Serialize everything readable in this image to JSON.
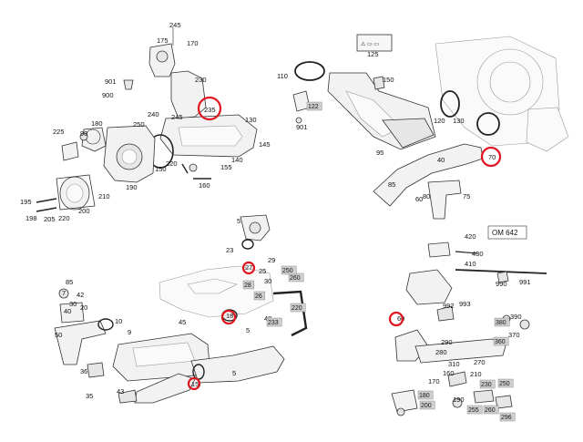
{
  "diagram": {
    "engine_box": "OM 642",
    "q1": [
      "245",
      "175",
      "170",
      "230",
      "901",
      "900",
      "235",
      "180",
      "240",
      "250",
      "245",
      "225",
      "90",
      "130",
      "145",
      "155",
      "140",
      "220",
      "150",
      "160",
      "195",
      "198",
      "205",
      "220",
      "200",
      "210",
      "190"
    ],
    "q2": [
      "125",
      "110",
      "122",
      "150",
      "901",
      "120",
      "130",
      "70",
      "95",
      "40",
      "85",
      "60",
      "80",
      "75"
    ],
    "q3": [
      "23",
      "5",
      "27",
      "29",
      "25",
      "30",
      "28",
      "26",
      "260",
      "250",
      "5",
      "18",
      "220",
      "40",
      "85",
      "7",
      "42",
      "30",
      "20",
      "40",
      "10",
      "9",
      "233",
      "45",
      "50",
      "36",
      "43",
      "15",
      "5",
      "35"
    ],
    "q4": [
      "420",
      "430",
      "410",
      "990",
      "991",
      "992",
      "993",
      "380",
      "390",
      "370",
      "360",
      "60",
      "290",
      "280",
      "270",
      "310",
      "160",
      "190",
      "210",
      "170",
      "180",
      "200",
      "230",
      "250",
      "255",
      "260",
      "296"
    ]
  }
}
